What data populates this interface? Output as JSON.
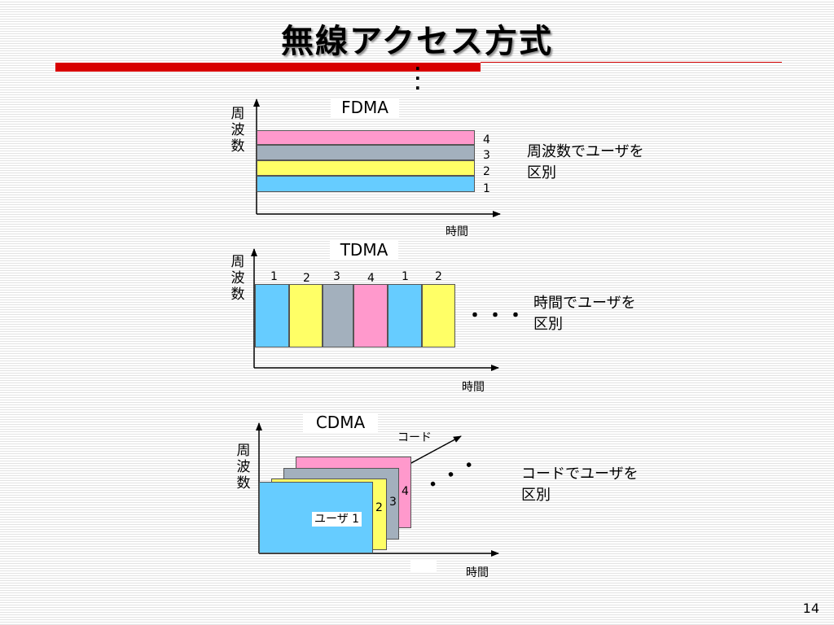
{
  "title": "無線アクセス方式",
  "page_number": "14",
  "colors": {
    "pink": "#ff99cc",
    "gray": "#a3b0bd",
    "yellow": "#ffff66",
    "blue": "#66ccff",
    "accent": "#d80000"
  },
  "fdma": {
    "label": "FDMA",
    "y_axis": "周波数",
    "x_axis": "時間",
    "band_labels": [
      "4",
      "3",
      "2",
      "1"
    ],
    "description": [
      "周波数でユーザを",
      "区別"
    ]
  },
  "tdma": {
    "label": "TDMA",
    "y_axis": "周波数",
    "x_axis": "時間",
    "slot_labels": [
      "1",
      "2",
      "3",
      "4",
      "1",
      "2"
    ],
    "ellipsis": "・・・",
    "description": [
      "時間でユーザを",
      "区別"
    ]
  },
  "cdma": {
    "label": "CDMA",
    "y_axis": "周波数",
    "x_axis": "時間",
    "z_axis": "コード",
    "card_labels": [
      "4",
      "3",
      "2"
    ],
    "user_label": "ユーザ 1",
    "ellipsis": "・・・",
    "description": [
      "コードでユーザを",
      "区別"
    ]
  }
}
